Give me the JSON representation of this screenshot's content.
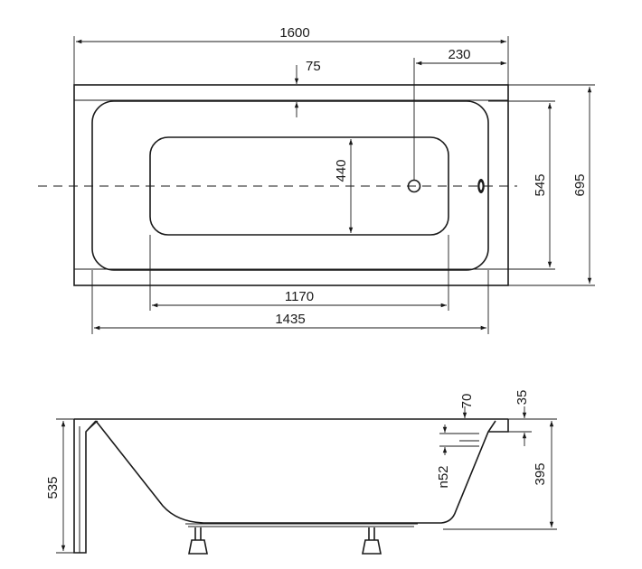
{
  "top_view": {
    "dimensions": {
      "overall_length": "1600",
      "rim_width": "75",
      "drain_offset": "230",
      "inner_width": "440",
      "basin_width": "545",
      "overall_width": "695",
      "bottom_length": "1170",
      "basin_length": "1435"
    }
  },
  "side_view": {
    "dimensions": {
      "rim_thickness": "70",
      "edge_height": "35",
      "overflow_height": "n52",
      "depth": "395",
      "total_height": "535"
    }
  }
}
